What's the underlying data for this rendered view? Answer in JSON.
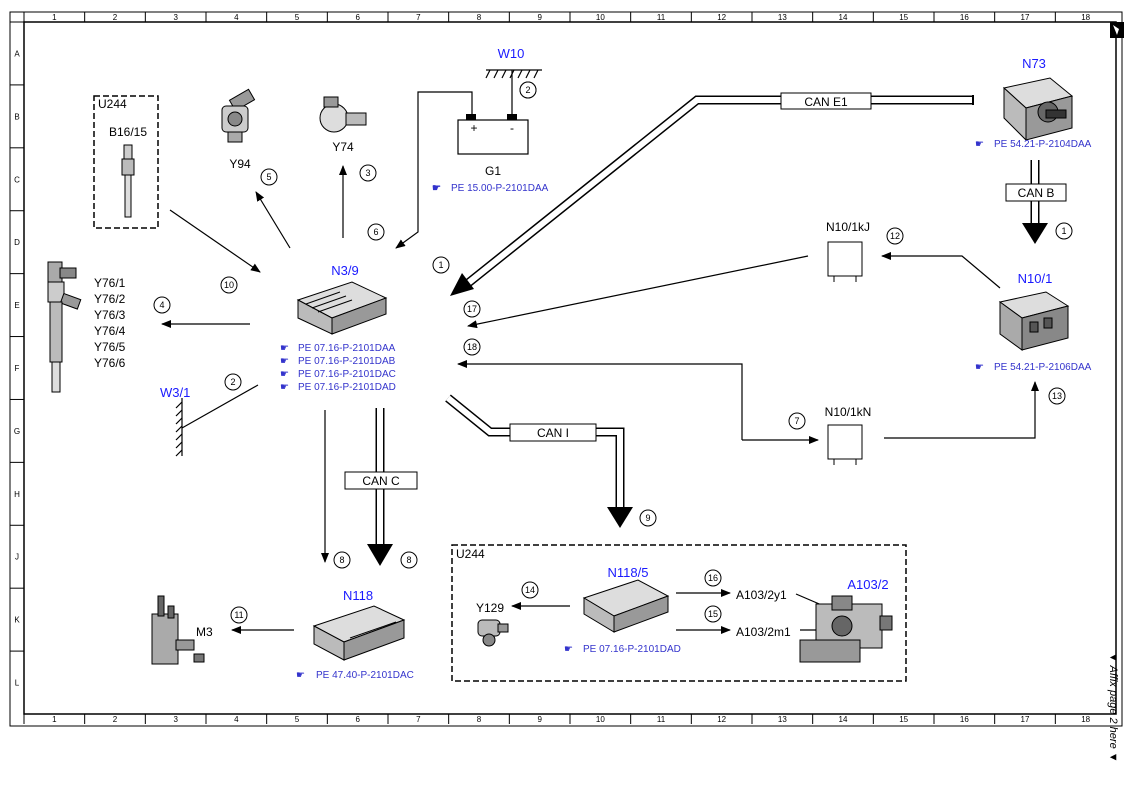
{
  "ruler": {
    "columns": [
      "1",
      "2",
      "3",
      "4",
      "5",
      "6",
      "7",
      "8",
      "9",
      "10",
      "11",
      "12",
      "13",
      "14",
      "15",
      "16",
      "17",
      "18"
    ],
    "rows": [
      "A",
      "B",
      "C",
      "D",
      "E",
      "F",
      "G",
      "H",
      "J",
      "K",
      "L"
    ]
  },
  "affix_note": "▼ Affix page 2 here ▼",
  "components": {
    "w10": "W10",
    "g1": "G1",
    "g1_plus": "+",
    "g1_minus": "-",
    "g1_ref": "PE 15.00-P-2101DAA",
    "n73": "N73",
    "n73_ref": "PE 54.21-P-2104DAA",
    "u244_top": "U244",
    "b16_15": "B16/15",
    "y94": "Y94",
    "y74": "Y74",
    "injectors": [
      "Y76/1",
      "Y76/2",
      "Y76/3",
      "Y76/4",
      "Y76/5",
      "Y76/6"
    ],
    "n3_9": "N3/9",
    "n3_9_refs": [
      "PE 07.16-P-2101DAA",
      "PE 07.16-P-2101DAB",
      "PE 07.16-P-2101DAC",
      "PE 07.16-P-2101DAD"
    ],
    "w3_1": "W3/1",
    "n10_1kj": "N10/1kJ",
    "n10_1": "N10/1",
    "n10_1_ref": "PE 54.21-P-2106DAA",
    "n10_1kn": "N10/1kN",
    "n118": "N118",
    "n118_ref": "PE 47.40-P-2101DAC",
    "m3": "M3",
    "u244_bottom": "U244",
    "n118_5": "N118/5",
    "n118_5_ref": "PE 07.16-P-2101DAD",
    "y129": "Y129",
    "a103_2y1": "A103/2y1",
    "a103_2m1": "A103/2m1",
    "a103_2": "A103/2"
  },
  "buses": {
    "can_e1": "CAN E1",
    "can_b": "CAN B",
    "can_c": "CAN C",
    "can_i": "CAN I"
  },
  "markers": {
    "m1a": "1",
    "m1b": "1",
    "m2a": "2",
    "m2b": "2",
    "m3": "3",
    "m4": "4",
    "m5": "5",
    "m6": "6",
    "m7": "7",
    "m8a": "8",
    "m8b": "8",
    "m9": "9",
    "m10": "10",
    "m11": "11",
    "m12": "12",
    "m13": "13",
    "m14": "14",
    "m15": "15",
    "m16": "16",
    "m17": "17",
    "m18": "18"
  }
}
